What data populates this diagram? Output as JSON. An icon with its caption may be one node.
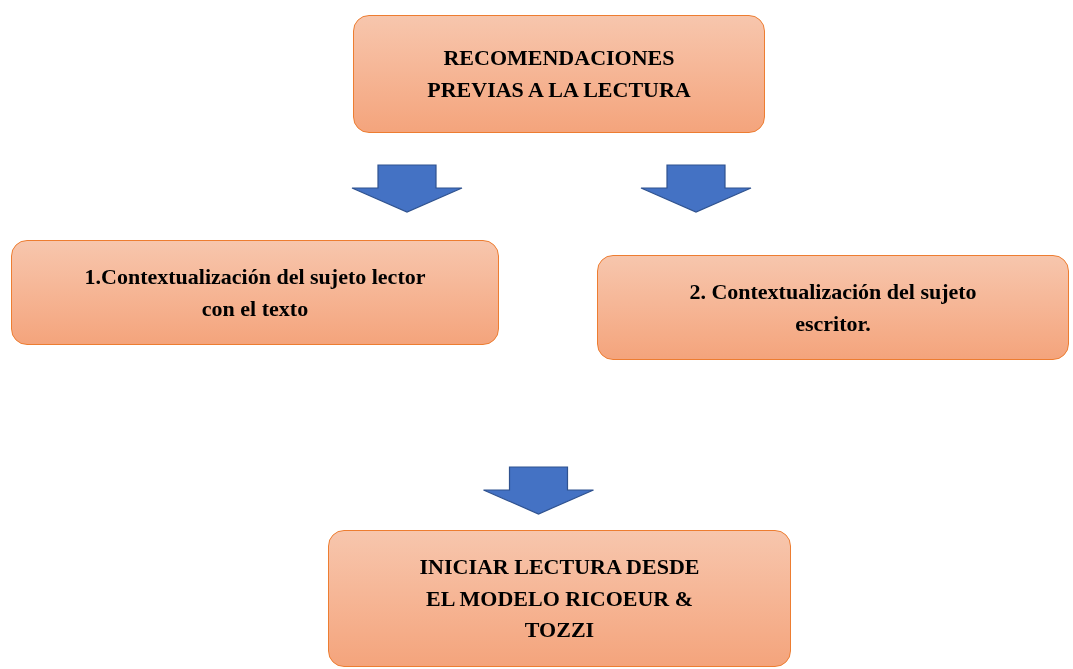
{
  "diagram": {
    "nodes": [
      {
        "text": [
          "RECOMENDACIONES PREVIAS A LA LECTURA"
        ]
      },
      {
        "text": [
          "1.Contextualización del sujeto lector con el texto"
        ]
      },
      {
        "text": [
          "2. Contextualización del sujeto escritor."
        ]
      },
      {
        "text": [
          "INICIAR LECTURA DESDE EL MODELO RICOEUR & TOZZI"
        ]
      }
    ],
    "edges": [
      {
        "from": 0,
        "to": 1,
        "arrow": "to"
      },
      {
        "from": 0,
        "to": 2,
        "arrow": "to"
      },
      {
        "from": null,
        "to": 3,
        "arrow": "to"
      }
    ]
  }
}
